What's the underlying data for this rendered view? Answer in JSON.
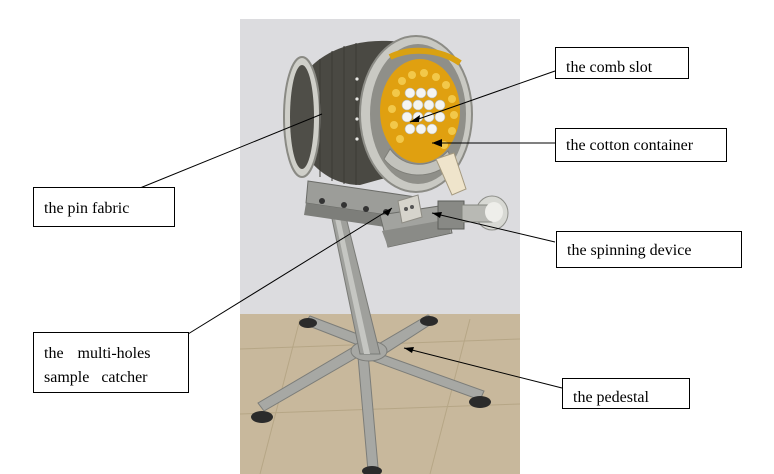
{
  "labels": {
    "comb_slot": "the comb slot",
    "cotton_container": "the cotton container",
    "pin_fabric": "the pin fabric",
    "spinning_device": "the spinning device",
    "sample_catcher_line1": "the multi-holes",
    "sample_catcher_line2": "sample catcher",
    "pedestal": "the pedestal"
  },
  "colors": {
    "backdrop": "#dcdcde",
    "floor": "#c9b79a",
    "drum": "#4b4a44",
    "drum_ring": "#bdbdb6",
    "cotton": "#e3a412",
    "metal": "#a9aaa6",
    "metal_dark": "#6d6e6a",
    "tip": "#f0e6cf"
  }
}
